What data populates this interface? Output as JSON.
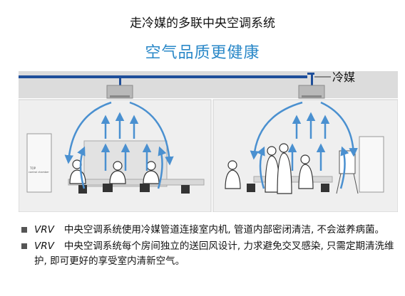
{
  "header": {
    "title": "走冷媒的多联中央空调系统",
    "subtitle": "空气品质更健康"
  },
  "diagram": {
    "pipe_label": "冷媒",
    "board_text": "TOP\ncontrol chamber",
    "colors": {
      "pipe": "#1f4f9a",
      "arrow": "#4a90d0",
      "room_bg": "#eeeeee",
      "ceiling": "#d8d8d8"
    }
  },
  "bullets": [
    {
      "tag": "VRV",
      "text": "中央空调系统使用冷媒管道连接室内机, 管道内部密闭清洁, 不会滋养病菌。"
    },
    {
      "tag": "VRV",
      "text": "中央空调系统每个房间独立的送回风设计, 力求避免交叉感染, 只需定期清洗维护, 即可更好的享受室内清新空气。"
    }
  ]
}
